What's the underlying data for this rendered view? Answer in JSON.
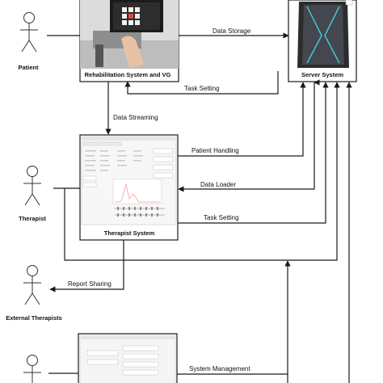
{
  "actors": {
    "patient": "Patient",
    "therapist": "Therapist",
    "external_therapists": "External Therapists"
  },
  "boxes": {
    "rehab_system": "Rehabilitation System and VG",
    "server_system": "Server System",
    "therapist_system": "Therapist System"
  },
  "edges": {
    "data_storage": "Data Storage",
    "task_setting_server": "Task Setting",
    "data_streaming": "Data Streaming",
    "patient_handling": "Patient Handling",
    "data_loader": "Data Loader",
    "task_setting_therapist": "Task Setting",
    "report_sharing": "Report Sharing",
    "system_management": "System Management"
  },
  "icons": {
    "person": "stick-figure-icon",
    "server": "server-tower-icon",
    "arrowhead": "arrowhead-icon"
  },
  "colors": {
    "line": "#1a1a1a",
    "screen_bg": "#f7f7f7",
    "plot_line": "#f5a0a0",
    "server_accent": "#3ec8d8"
  }
}
